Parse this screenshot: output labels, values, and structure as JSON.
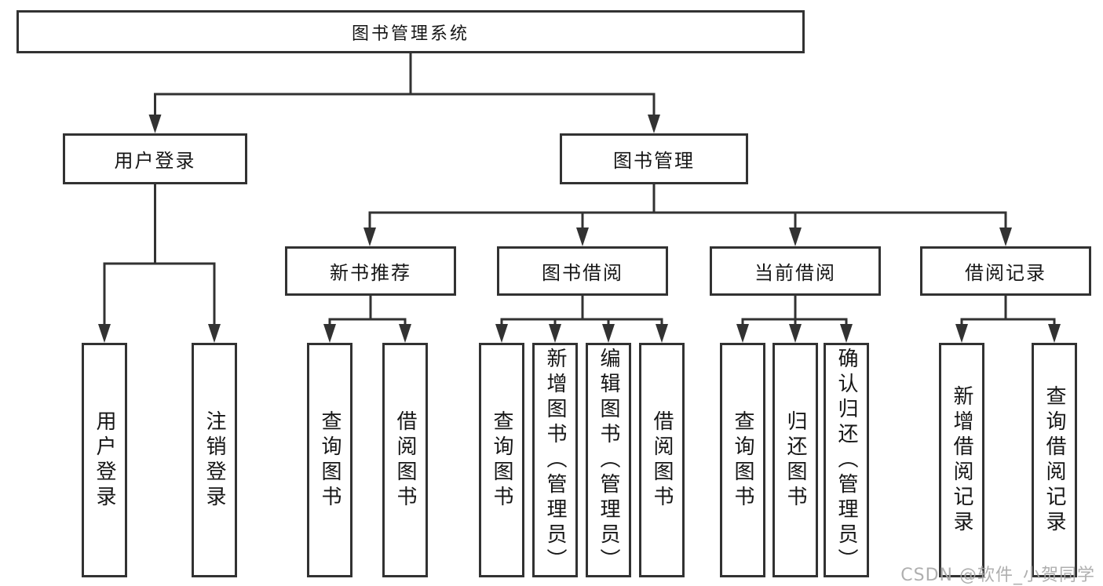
{
  "tree": {
    "root": {
      "label": "图书管理系统",
      "children": [
        {
          "label": "用户登录",
          "children": [
            {
              "label": "用户登录"
            },
            {
              "label": "注销登录"
            }
          ]
        },
        {
          "label": "图书管理",
          "children": [
            {
              "label": "新书推荐",
              "children": [
                {
                  "label": "查询图书"
                },
                {
                  "label": "借阅图书"
                }
              ]
            },
            {
              "label": "图书借阅",
              "children": [
                {
                  "label": "查询图书"
                },
                {
                  "label": "新增图书（管理员）"
                },
                {
                  "label": "编辑图书（管理员）"
                },
                {
                  "label": "借阅图书"
                }
              ]
            },
            {
              "label": "当前借阅",
              "children": [
                {
                  "label": "查询图书"
                },
                {
                  "label": "归还图书"
                },
                {
                  "label": "确认归还（管理员）"
                }
              ]
            },
            {
              "label": "借阅记录",
              "children": [
                {
                  "label": "新增借阅记录"
                },
                {
                  "label": "查询借阅记录"
                }
              ]
            }
          ]
        }
      ]
    }
  },
  "watermark": {
    "text": "CSDN @软件_小贺同学"
  },
  "colors": {
    "line": "#323232",
    "box_border": "#323232",
    "text": "#161616",
    "watermark": "#a8a8a8",
    "background": "#ffffff"
  }
}
